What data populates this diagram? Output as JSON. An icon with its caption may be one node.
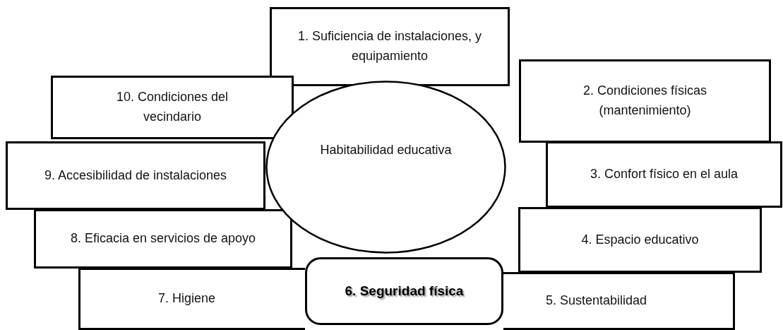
{
  "diagram": {
    "nodes": [
      {
        "text": [
          "Habitabilidad educativa"
        ]
      },
      {
        "text": [
          "1. Suficiencia de instalaciones, y equipamiento"
        ]
      },
      {
        "text": [
          "2. Condiciones físicas (mantenimiento)"
        ]
      },
      {
        "text": [
          "3. Confort físico en el aula"
        ]
      },
      {
        "text": [
          "4. Espacio educativo"
        ]
      },
      {
        "text": [
          "5. Sustentabilidad"
        ]
      },
      {
        "text": [
          "6. Seguridad física"
        ]
      },
      {
        "text": [
          "7. Higiene"
        ]
      },
      {
        "text": [
          "8. Eficacia en servicios de apoyo"
        ]
      },
      {
        "text": [
          "9. Accesibilidad de instalaciones"
        ]
      },
      {
        "text": [
          "10. Condiciones del vecindario"
        ]
      }
    ]
  }
}
